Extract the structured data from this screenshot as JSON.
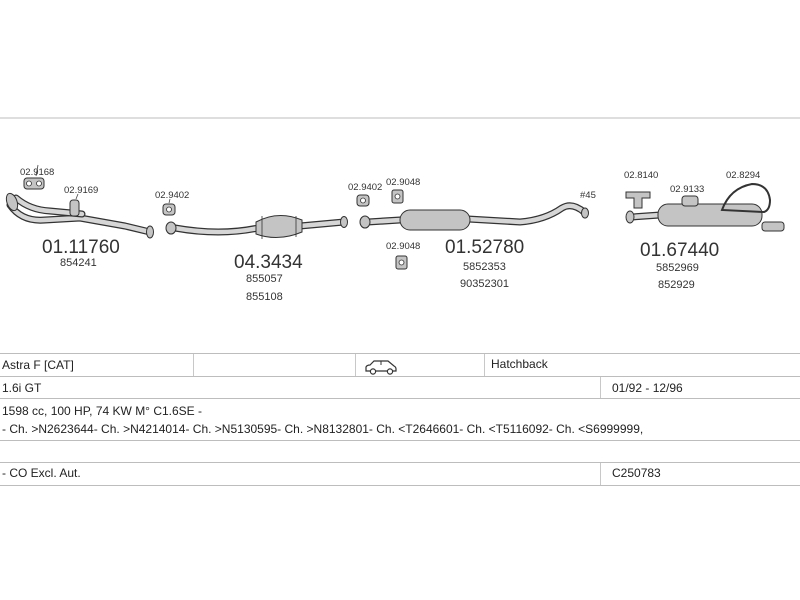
{
  "parts": [
    {
      "id": "p1",
      "number": "01.11760",
      "refs": [
        "854241"
      ]
    },
    {
      "id": "p2",
      "number": "04.3434",
      "refs": [
        "855057",
        "855108"
      ]
    },
    {
      "id": "p3",
      "number": "01.52780",
      "refs": [
        "5852353",
        "90352301"
      ]
    },
    {
      "id": "p4",
      "number": "01.67440",
      "refs": [
        "5852969",
        "852929"
      ]
    }
  ],
  "accessories": {
    "a1": "02.9168",
    "a2": "02.9169",
    "a3": "02.9402",
    "a4": "02.9402",
    "a5": "02.9048",
    "a6": "02.9048",
    "a7": "02.8140",
    "a8": "02.9133",
    "a9": "02.8294"
  },
  "pipe_marker": "#45",
  "vehicle": {
    "model": "Astra F  [CAT]",
    "body_type": "Hatchback",
    "engine": "1.6i GT",
    "years": "01/92 - 12/96",
    "spec": "1598 cc, 100 HP, 74 KW M° C1.6SE -",
    "chassis": "- Ch. >N2623644- Ch. >N4214014- Ch. >N5130595- Ch. >N8132801- Ch. <T2646601- Ch. <T5116092- Ch. <S6999999,",
    "note": "- CO Excl. Aut.",
    "code": "C250783"
  },
  "icons": {
    "body_icon": "car-hatchback-icon"
  },
  "colors": {
    "part_fill": "#c4c4c4",
    "line": "#333333",
    "rule": "#bdbdbd"
  }
}
